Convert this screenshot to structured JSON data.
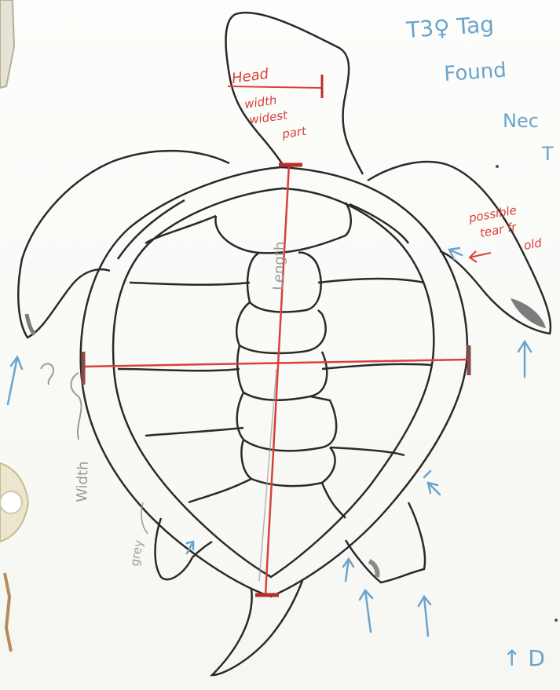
{
  "notes": {
    "top_right_line1": "T3♀ Tag",
    "top_right_line2": "Found",
    "top_right_line3": "Nec",
    "top_right_line4": "T",
    "bottom_right": "↑ D"
  },
  "annotations": {
    "head_label": "Head",
    "head_width_1": "width",
    "head_width_2": "widest",
    "head_width_3": "part",
    "possible_1": "possible",
    "possible_2": "tear fr",
    "possible_3": "old",
    "length_label": "Length",
    "width_label": "Width",
    "grey_label": "grey"
  },
  "colors": {
    "outline": "#2a2a2a",
    "measure_red": "#d8413b",
    "note_blue": "#6aa4cc",
    "pencil_grey": "#9a9a9a"
  }
}
